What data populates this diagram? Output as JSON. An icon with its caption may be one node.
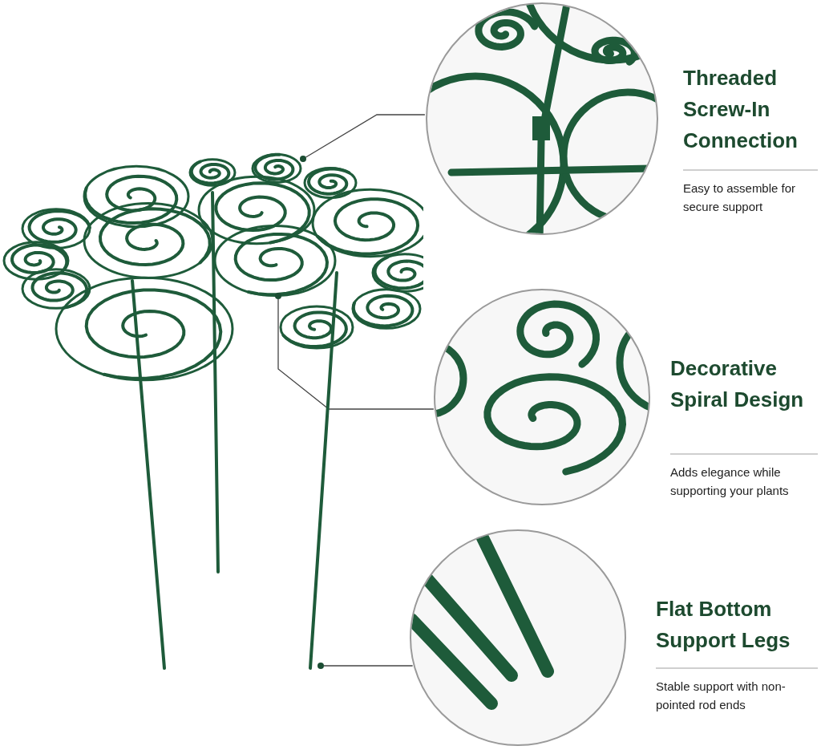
{
  "diagram": {
    "nodes": [
      {
        "text": [],
        "shape": "picture"
      },
      {
        "text": [],
        "shape": "circle",
        "in": 0
      },
      {
        "text": [],
        "shape": "circle",
        "in": 0
      },
      {
        "text": [],
        "shape": "circle",
        "in": 0
      },
      {
        "text": [],
        "shape": "picture",
        "beside": [
          "Threaded Screw-In Connection",
          "Easy to assemble for secure support"
        ]
      },
      {
        "text": [],
        "shape": "picture",
        "beside": [
          "Decorative Spiral Design",
          "Adds elegance while supporting your plants"
        ]
      },
      {
        "text": [],
        "shape": "picture",
        "beside": [
          "Flat Bottom Support Legs",
          "Stable support with non-pointed rod ends"
        ]
      }
    ],
    "edges": [
      {
        "from": 1,
        "to": 4,
        "arrow": "none"
      },
      {
        "from": 2,
        "to": 5,
        "arrow": "none"
      },
      {
        "from": 3,
        "to": 6,
        "arrow": "none"
      }
    ]
  }
}
